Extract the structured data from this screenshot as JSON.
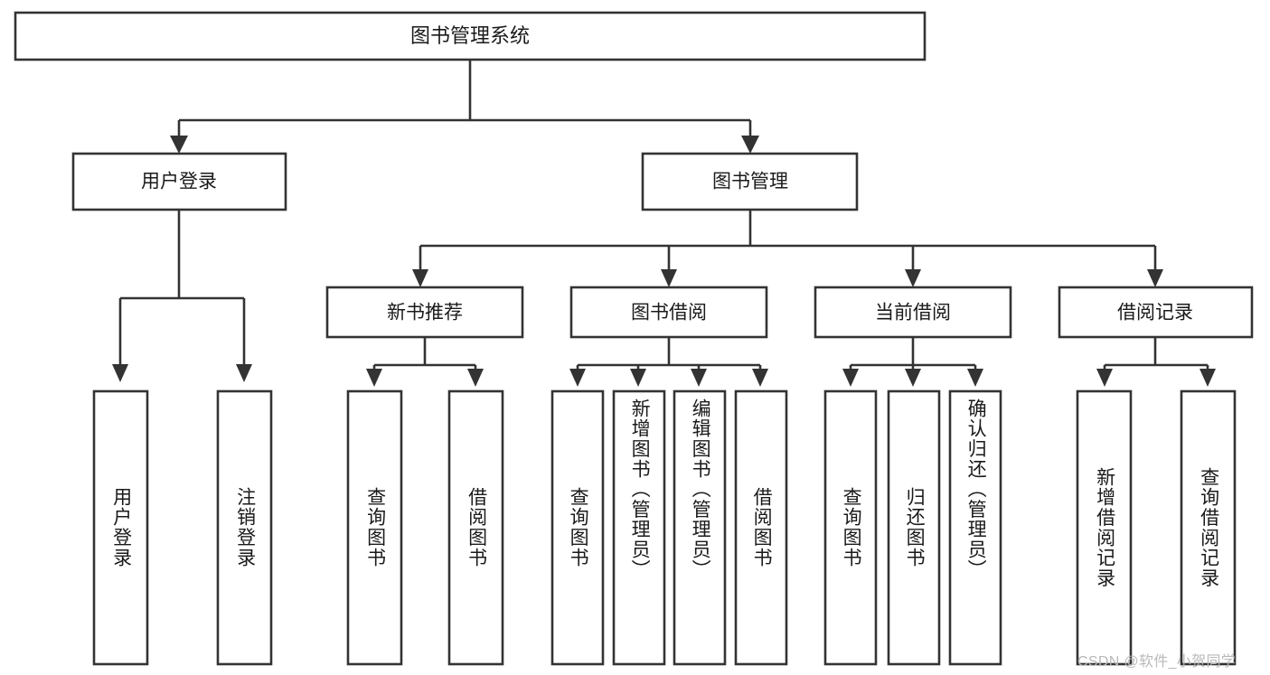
{
  "diagram": {
    "type": "hierarchy-tree",
    "title_node": {
      "label": "图书管理系统"
    },
    "level2": [
      {
        "id": "user-login",
        "label": "用户登录"
      },
      {
        "id": "book-management",
        "label": "图书管理"
      }
    ],
    "level3": [
      {
        "id": "new-book-recommend",
        "label": "新书推荐"
      },
      {
        "id": "book-borrow",
        "label": "图书借阅"
      },
      {
        "id": "current-borrow",
        "label": "当前借阅"
      },
      {
        "id": "borrow-record",
        "label": "借阅记录"
      }
    ],
    "leaves": {
      "user_login": [
        {
          "id": "leaf-user-login",
          "label": "用户登录"
        },
        {
          "id": "leaf-logout-login",
          "label": "注销登录"
        }
      ],
      "new_book_recommend": [
        {
          "id": "leaf-query-book-1",
          "label": "查询图书"
        },
        {
          "id": "leaf-borrow-book-1",
          "label": "借阅图书"
        }
      ],
      "book_borrow": [
        {
          "id": "leaf-query-book-2",
          "label": "查询图书"
        },
        {
          "id": "leaf-add-book",
          "label": "新增图书（管理员）"
        },
        {
          "id": "leaf-edit-book",
          "label": "编辑图书（管理员）"
        },
        {
          "id": "leaf-borrow-book-2",
          "label": "借阅图书"
        }
      ],
      "current_borrow": [
        {
          "id": "leaf-query-book-3",
          "label": "查询图书"
        },
        {
          "id": "leaf-return-book",
          "label": "归还图书"
        },
        {
          "id": "leaf-confirm-return",
          "label": "确认归还（管理员）"
        }
      ],
      "borrow_record": [
        {
          "id": "leaf-add-record",
          "label": "新增借阅记录"
        },
        {
          "id": "leaf-query-record",
          "label": "查询借阅记录"
        }
      ]
    },
    "colors": {
      "stroke": "#333333",
      "box_fill": "#ffffff",
      "text": "#1a1a1a",
      "watermark": "#b9b9b9",
      "background": "#ffffff"
    }
  },
  "watermark": {
    "text": "CSDN @软件_小贺同学"
  }
}
